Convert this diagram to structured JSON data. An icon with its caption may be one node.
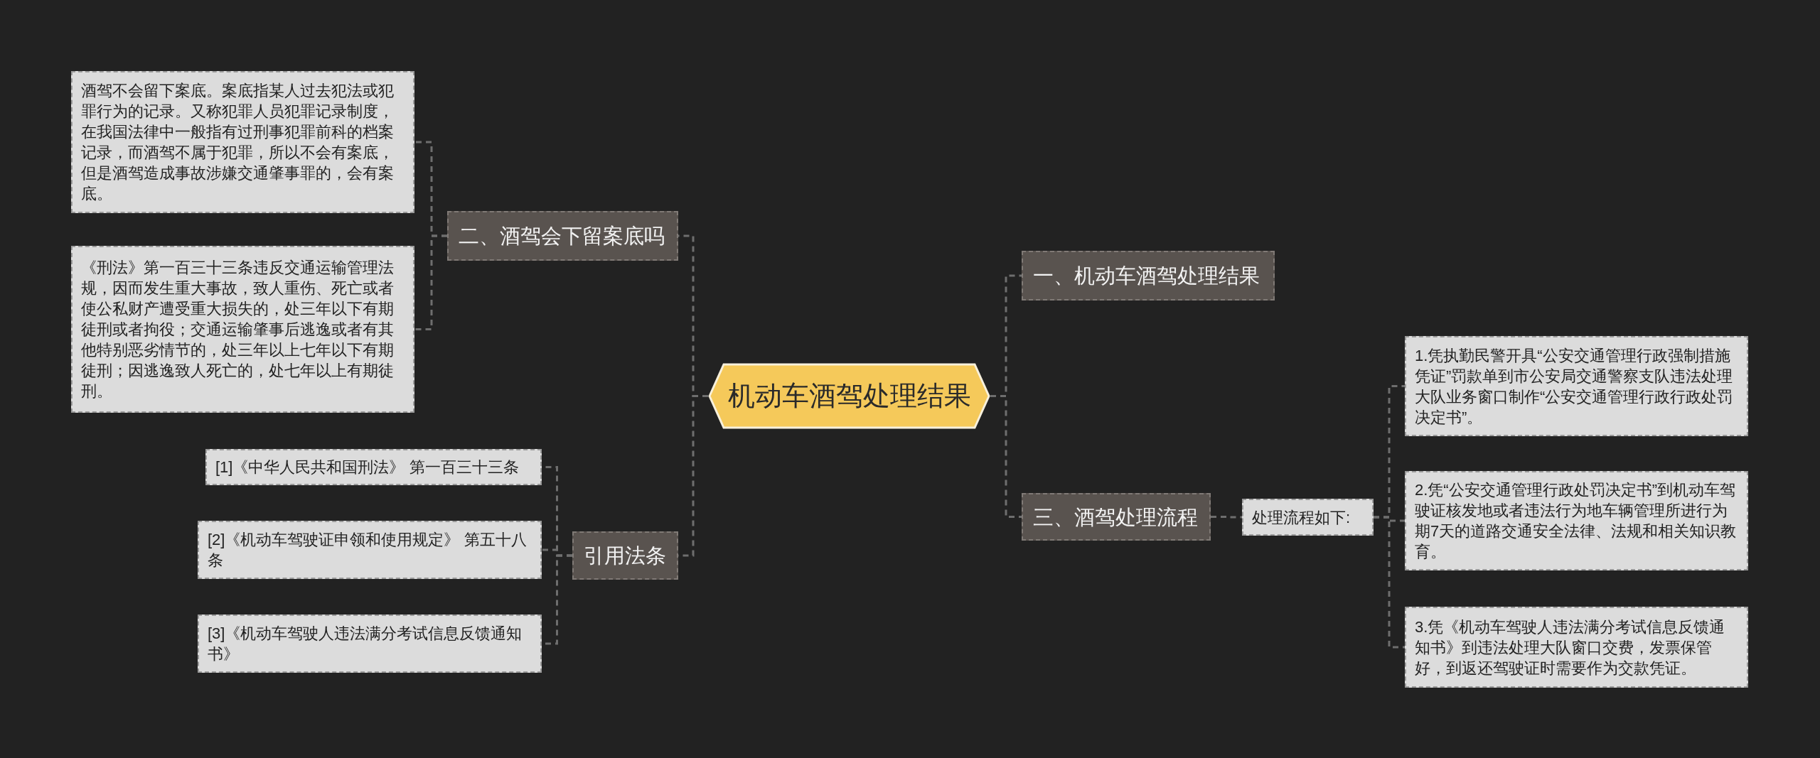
{
  "diagram": {
    "nodes": [
      {
        "text": [
          "机动车酒驾处理结果"
        ]
      },
      {
        "text": [
          "一、机动车酒驾处理结果"
        ]
      },
      {
        "text": [
          "三、酒驾处理流程"
        ]
      },
      {
        "text": [
          "处理流程如下:"
        ]
      },
      {
        "text": [
          "1.凭执勤民警开具“公安交通管理行政强制措施凭证”罚款单到市公安局交通警察支队违法处理大队业务窗口制作“公安交通管理行政行政处罚决定书”。"
        ]
      },
      {
        "text": [
          "2.凭“公安交通管理行政处罚决定书”到机动车驾驶证核发地或者违法行为地车辆管理所进行为期7天的道路交通安全法律、法规和相关知识教育。"
        ]
      },
      {
        "text": [
          "3.凭《机动车驾驶人违法满分考试信息反馈通知书》到违法处理大队窗口交费，发票保管好，到返还驾驶证时需要作为交款凭证。"
        ]
      },
      {
        "text": [
          "二、酒驾会下留案底吗"
        ]
      },
      {
        "text": [
          "酒驾不会留下案底。案底指某人过去犯法或犯罪行为的记录。又称犯罪人员犯罪记录制度，在我国法律中一般指有过刑事犯罪前科的档案记录，而酒驾不属于犯罪，所以不会有案底，但是酒驾造成事故涉嫌交通肇事罪的，会有案底。"
        ]
      },
      {
        "text": [
          "《刑法》第一百三十三条违反交通运输管理法规，因而发生重大事故，致人重伤、死亡或者使公私财产遭受重大损失的，处三年以下有期徒刑或者拘役；交通运输肇事后逃逸或者有其他特别恶劣情节的，处三年以上七年以下有期徒刑；因逃逸致人死亡的，处七年以上有期徒刑。"
        ]
      },
      {
        "text": [
          "引用法条"
        ]
      },
      {
        "text": [
          "[1]《中华人民共和国刑法》 第一百三十三条"
        ]
      },
      {
        "text": [
          "[2]《机动车驾驶证申领和使用规定》 第五十八条"
        ]
      },
      {
        "text": [
          "[3]《机动车驾驶人违法满分考试信息反馈通知书》"
        ]
      }
    ],
    "edges": [
      {
        "from": 0,
        "to": 1,
        "arrow": "none"
      },
      {
        "from": 0,
        "to": 2,
        "arrow": "none"
      },
      {
        "from": 2,
        "to": 3,
        "arrow": "none"
      },
      {
        "from": 3,
        "to": 4,
        "arrow": "none"
      },
      {
        "from": 3,
        "to": 5,
        "arrow": "none"
      },
      {
        "from": 3,
        "to": 6,
        "arrow": "none"
      },
      {
        "from": 0,
        "to": 7,
        "arrow": "none"
      },
      {
        "from": 7,
        "to": 8,
        "arrow": "none"
      },
      {
        "from": 7,
        "to": 9,
        "arrow": "none"
      },
      {
        "from": 0,
        "to": 10,
        "arrow": "none"
      },
      {
        "from": 10,
        "to": 11,
        "arrow": "none"
      },
      {
        "from": 10,
        "to": 12,
        "arrow": "none"
      },
      {
        "from": 10,
        "to": 13,
        "arrow": "none"
      }
    ]
  }
}
